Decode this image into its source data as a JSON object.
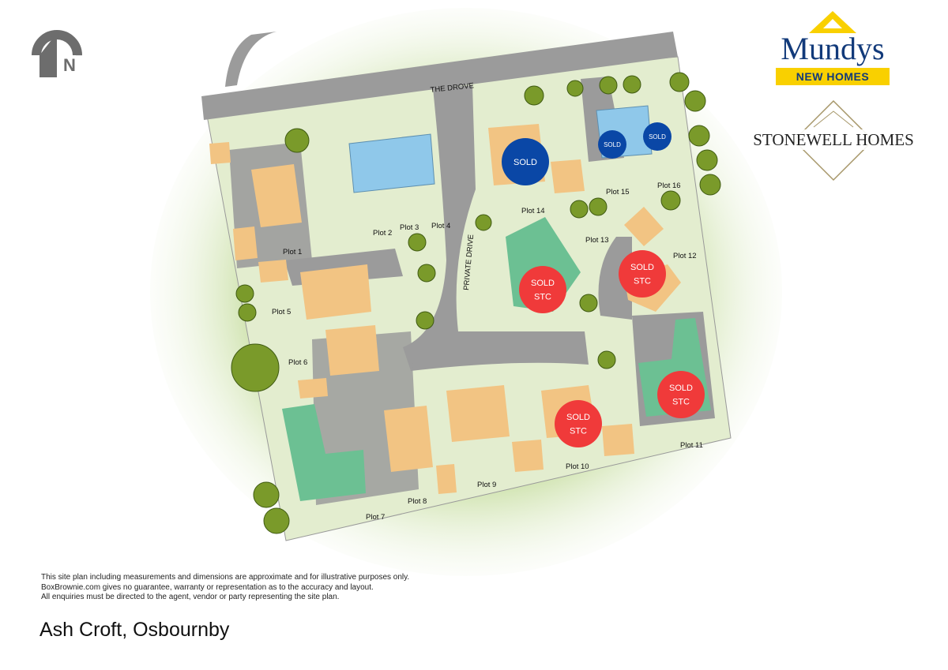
{
  "header": {
    "north_label": "N"
  },
  "logos": {
    "mundys": "Mundys",
    "mundys_sub": "NEW HOMES",
    "stonewell": "STONEWELL HOMES"
  },
  "plan": {
    "road_name": "THE DROVE",
    "drive_name": "PRIVATE DRIVE",
    "plots": [
      "Plot 1",
      "Plot 2",
      "Plot 3",
      "Plot 4",
      "Plot 5",
      "Plot 6",
      "Plot 7",
      "Plot 8",
      "Plot 9",
      "Plot 10",
      "Plot 11",
      "Plot 12",
      "Plot 13",
      "Plot 14",
      "Plot 15",
      "Plot 16"
    ],
    "markers": [
      {
        "plot": "Plot 14",
        "status": "SOLD",
        "line2": "",
        "color": "#0a47a6"
      },
      {
        "plot": "Plot 15",
        "status": "SOLD",
        "line2": "",
        "color": "#0a47a6"
      },
      {
        "plot": "Plot 16",
        "status": "SOLD",
        "line2": "",
        "color": "#0a47a6"
      },
      {
        "plot": "Plot 13",
        "status": "SOLD",
        "line2": "STC",
        "color": "#f03a3a"
      },
      {
        "plot": "Plot 12",
        "status": "SOLD",
        "line2": "STC",
        "color": "#f03a3a"
      },
      {
        "plot": "Plot 10",
        "status": "SOLD",
        "line2": "STC",
        "color": "#f03a3a"
      },
      {
        "plot": "Plot 11",
        "status": "SOLD",
        "line2": "STC",
        "color": "#f03a3a"
      }
    ]
  },
  "disclaimer": [
    "This site plan including measurements and dimensions are approximate and for illustrative purposes only.",
    "BoxBrownie.com gives no guarantee, warranty or representation as to the accuracy and layout.",
    "All enquiries must be directed to the agent, vendor or party representing the site plan."
  ],
  "title": "Ash Croft, Osbournby"
}
